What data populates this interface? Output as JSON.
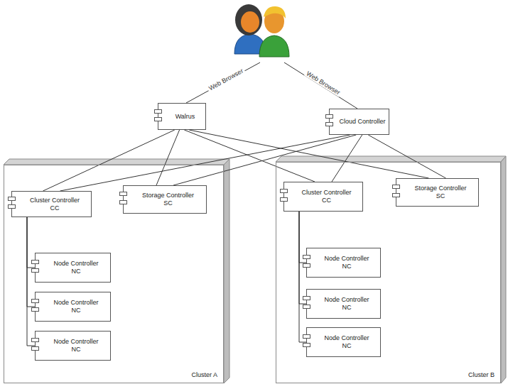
{
  "diagram": {
    "nodes": [
      {
        "text": [
          "Walrus"
        ]
      },
      {
        "text": [
          "Cloud Controller"
        ]
      },
      {
        "text": [
          "Cluster A"
        ]
      },
      {
        "text": [
          "Cluster Controller CC"
        ],
        "in": 2
      },
      {
        "text": [
          "Storage Controller SC"
        ],
        "in": 2
      },
      {
        "text": [
          "Node Controller NC"
        ],
        "in": 2
      },
      {
        "text": [
          "Node Controller NC"
        ],
        "in": 2
      },
      {
        "text": [
          "Node Controller NC"
        ],
        "in": 2
      },
      {
        "text": [
          "Cluster B"
        ]
      },
      {
        "text": [
          "Cluster Controller CC"
        ],
        "in": 8
      },
      {
        "text": [
          "Storage Controller SC"
        ],
        "in": 8
      },
      {
        "text": [
          "Node Controller NC"
        ],
        "in": 8
      },
      {
        "text": [
          "Node Controller NC"
        ],
        "in": 8
      },
      {
        "text": [
          "Node Controller NC"
        ],
        "in": 8
      }
    ],
    "edges": [
      {
        "from": 0,
        "to": 3,
        "arrow": "none"
      },
      {
        "from": 0,
        "to": 4,
        "arrow": "none"
      },
      {
        "from": 0,
        "to": 9,
        "arrow": "none"
      },
      {
        "from": 0,
        "to": 10,
        "arrow": "none"
      },
      {
        "from": 1,
        "to": 3,
        "arrow": "none"
      },
      {
        "from": 1,
        "to": 4,
        "arrow": "none"
      },
      {
        "from": 1,
        "to": 9,
        "arrow": "none"
      },
      {
        "from": 1,
        "to": 10,
        "arrow": "none"
      },
      {
        "from": 3,
        "to": 5,
        "arrow": "none"
      },
      {
        "from": 3,
        "to": 6,
        "arrow": "none"
      },
      {
        "from": 3,
        "to": 7,
        "arrow": "none"
      },
      {
        "from": 9,
        "to": 11,
        "arrow": "none"
      },
      {
        "from": 9,
        "to": 12,
        "arrow": "none"
      },
      {
        "from": 9,
        "to": 13,
        "arrow": "none"
      }
    ],
    "labels": [
      "Web Browser",
      "Web Browser"
    ]
  }
}
